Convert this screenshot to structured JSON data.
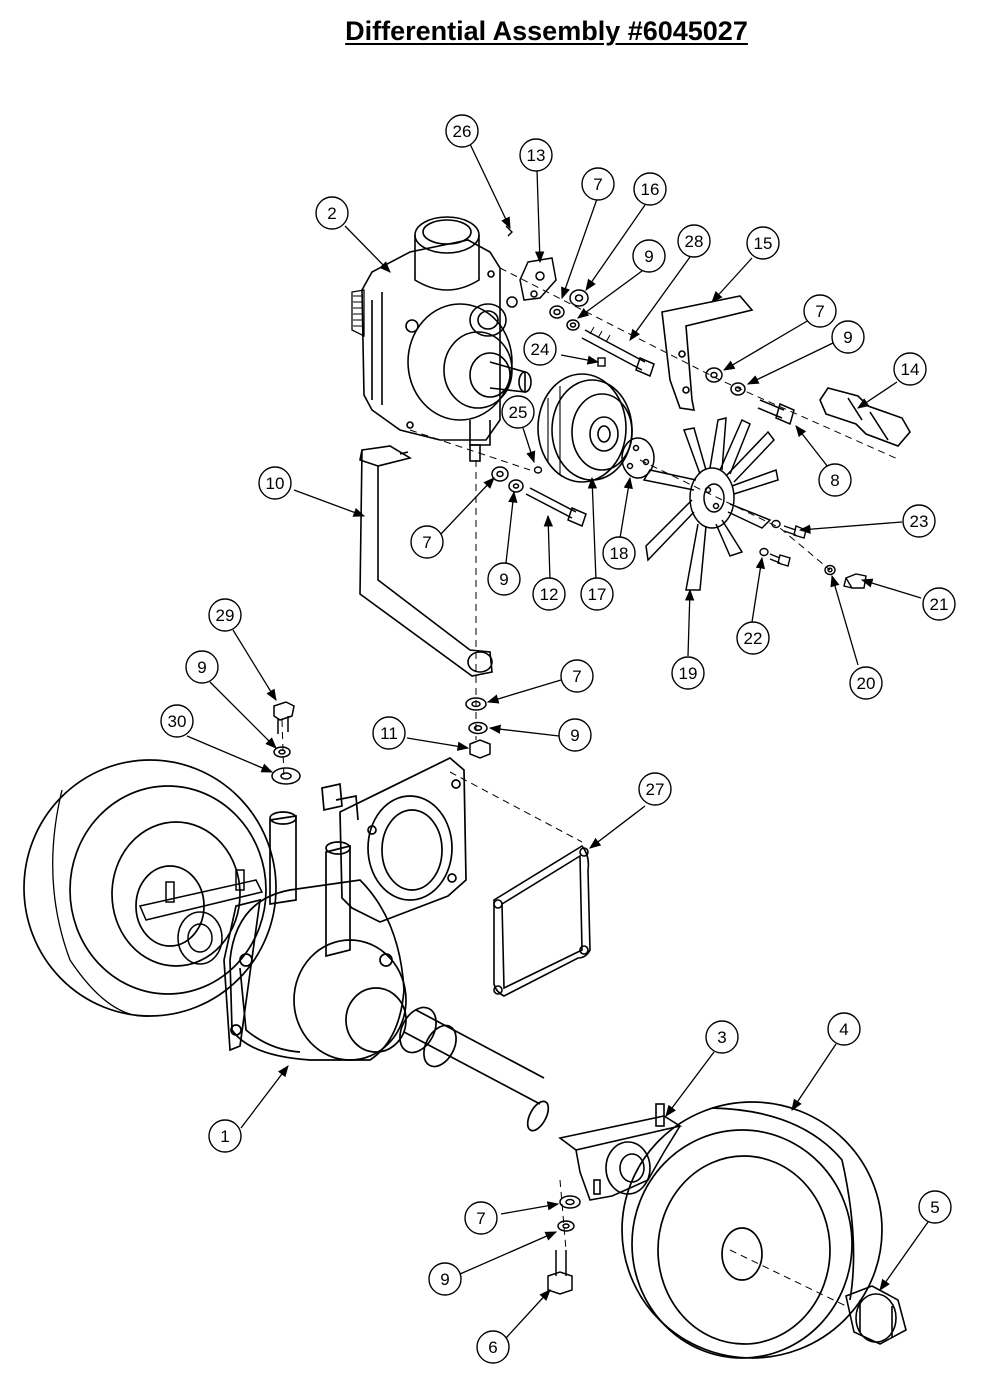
{
  "title": "Differential Assembly #6045027",
  "callouts": [
    {
      "id": "c26",
      "label": "26"
    },
    {
      "id": "c13",
      "label": "13"
    },
    {
      "id": "c7a",
      "label": "7"
    },
    {
      "id": "c16",
      "label": "16"
    },
    {
      "id": "c2",
      "label": "2"
    },
    {
      "id": "c28",
      "label": "28"
    },
    {
      "id": "c9a",
      "label": "9"
    },
    {
      "id": "c15",
      "label": "15"
    },
    {
      "id": "c7b",
      "label": "7"
    },
    {
      "id": "c9b",
      "label": "9"
    },
    {
      "id": "c24",
      "label": "24"
    },
    {
      "id": "c14",
      "label": "14"
    },
    {
      "id": "c25",
      "label": "25"
    },
    {
      "id": "c8",
      "label": "8"
    },
    {
      "id": "c10",
      "label": "10"
    },
    {
      "id": "c23",
      "label": "23"
    },
    {
      "id": "c7c",
      "label": "7"
    },
    {
      "id": "c9c",
      "label": "9"
    },
    {
      "id": "c12",
      "label": "12"
    },
    {
      "id": "c17",
      "label": "17"
    },
    {
      "id": "c18",
      "label": "18"
    },
    {
      "id": "c21",
      "label": "21"
    },
    {
      "id": "c22",
      "label": "22"
    },
    {
      "id": "c29",
      "label": "29"
    },
    {
      "id": "c19",
      "label": "19"
    },
    {
      "id": "c20",
      "label": "20"
    },
    {
      "id": "c9d",
      "label": "9"
    },
    {
      "id": "c7d",
      "label": "7"
    },
    {
      "id": "c30",
      "label": "30"
    },
    {
      "id": "c11",
      "label": "11"
    },
    {
      "id": "c9e",
      "label": "9"
    },
    {
      "id": "c27",
      "label": "27"
    },
    {
      "id": "c3",
      "label": "3"
    },
    {
      "id": "c4",
      "label": "4"
    },
    {
      "id": "c1",
      "label": "1"
    },
    {
      "id": "c5",
      "label": "5"
    },
    {
      "id": "c7e",
      "label": "7"
    },
    {
      "id": "c9f",
      "label": "9"
    },
    {
      "id": "c6",
      "label": "6"
    }
  ]
}
